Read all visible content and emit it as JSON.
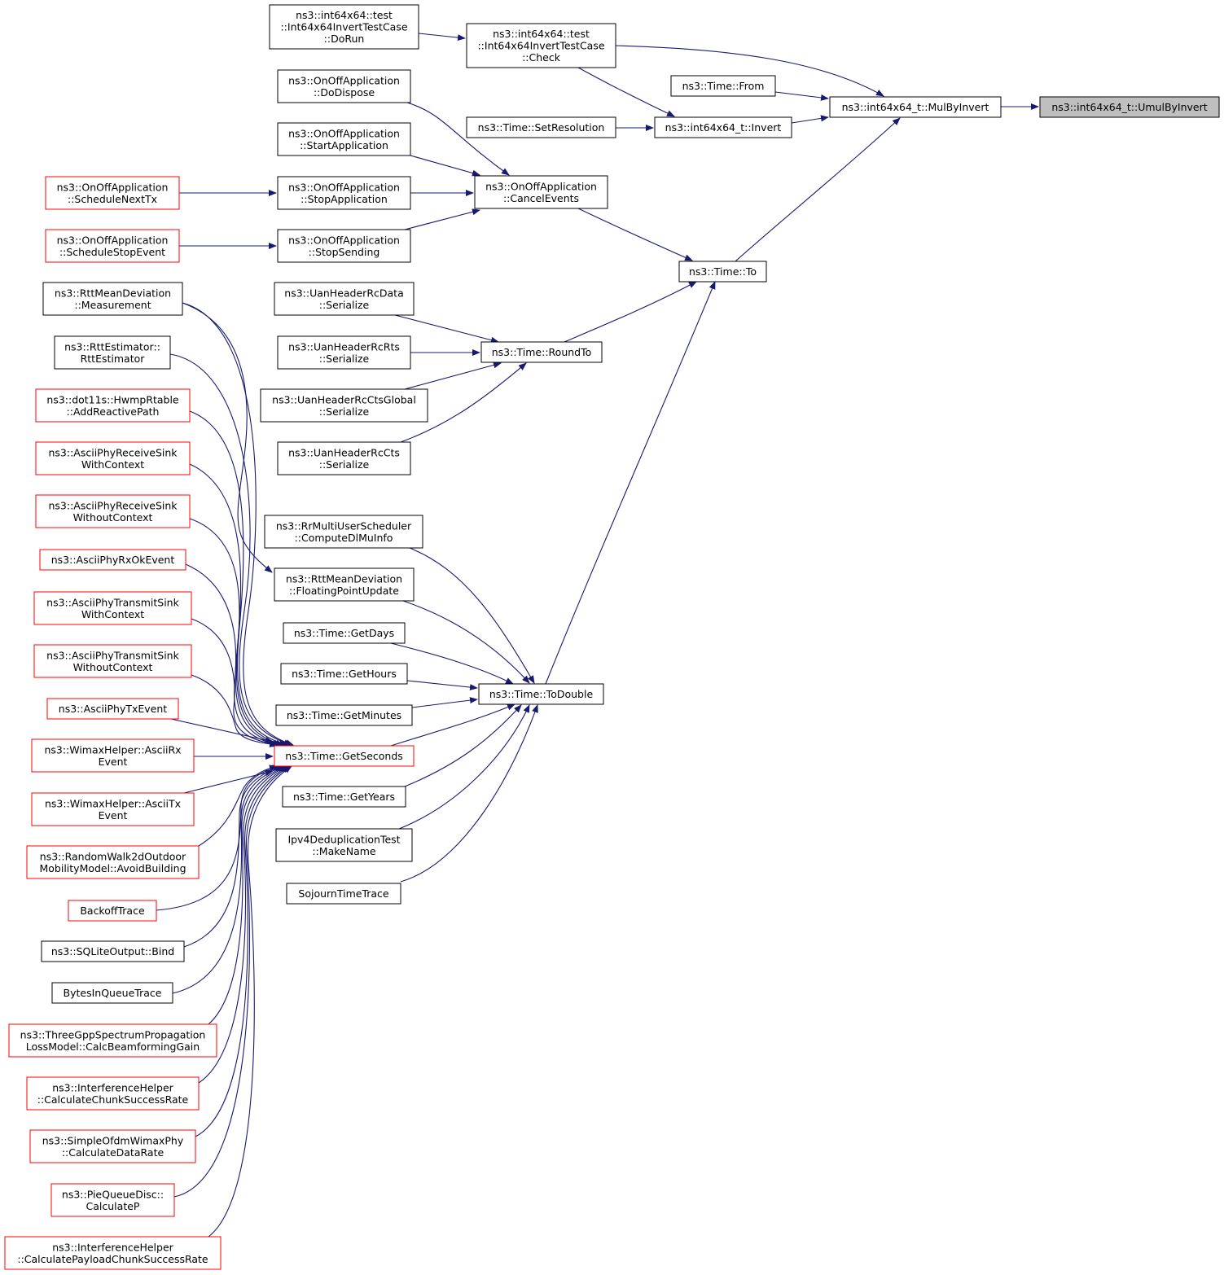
{
  "colors": {
    "edge": "#191970",
    "border_normal": "#000000",
    "border_truncated": "#ff0000",
    "fill_normal": "#ffffff",
    "fill_selected": "#bfbfbf"
  },
  "nodes": [
    {
      "id": "umul",
      "lines": [
        "ns3::int64x64_t::UmulByInvert"
      ],
      "style": "selected"
    },
    {
      "id": "mulby",
      "lines": [
        "ns3::int64x64_t::MulByInvert"
      ],
      "style": "normal"
    },
    {
      "id": "check",
      "lines": [
        "ns3::int64x64::test",
        "::Int64x64InvertTestCase",
        "::Check"
      ],
      "style": "normal"
    },
    {
      "id": "dorun",
      "lines": [
        "ns3::int64x64::test",
        "::Int64x64InvertTestCase",
        "::DoRun"
      ],
      "style": "normal"
    },
    {
      "id": "from",
      "lines": [
        "ns3::Time::From"
      ],
      "style": "normal"
    },
    {
      "id": "invert",
      "lines": [
        "ns3::int64x64_t::Invert"
      ],
      "style": "normal"
    },
    {
      "id": "setres",
      "lines": [
        "ns3::Time::SetResolution"
      ],
      "style": "normal"
    },
    {
      "id": "to",
      "lines": [
        "ns3::Time::To"
      ],
      "style": "normal"
    },
    {
      "id": "cancel",
      "lines": [
        "ns3::OnOffApplication",
        "::CancelEvents"
      ],
      "style": "normal"
    },
    {
      "id": "dodispose",
      "lines": [
        "ns3::OnOffApplication",
        "::DoDispose"
      ],
      "style": "normal"
    },
    {
      "id": "startapp",
      "lines": [
        "ns3::OnOffApplication",
        "::StartApplication"
      ],
      "style": "normal"
    },
    {
      "id": "stopapp",
      "lines": [
        "ns3::OnOffApplication",
        "::StopApplication"
      ],
      "style": "normal"
    },
    {
      "id": "stopsend",
      "lines": [
        "ns3::OnOffApplication",
        "::StopSending"
      ],
      "style": "normal"
    },
    {
      "id": "schednext",
      "lines": [
        "ns3::OnOffApplication",
        "::ScheduleNextTx"
      ],
      "style": "truncated"
    },
    {
      "id": "schedstop",
      "lines": [
        "ns3::OnOffApplication",
        "::ScheduleStopEvent"
      ],
      "style": "truncated"
    },
    {
      "id": "roundto",
      "lines": [
        "ns3::Time::RoundTo"
      ],
      "style": "normal"
    },
    {
      "id": "uanrcdata",
      "lines": [
        "ns3::UanHeaderRcData",
        "::Serialize"
      ],
      "style": "normal"
    },
    {
      "id": "uanrcrts",
      "lines": [
        "ns3::UanHeaderRcRts",
        "::Serialize"
      ],
      "style": "normal"
    },
    {
      "id": "uanctsglobal",
      "lines": [
        "ns3::UanHeaderRcCtsGlobal",
        "::Serialize"
      ],
      "style": "normal"
    },
    {
      "id": "uancts",
      "lines": [
        "ns3::UanHeaderRcCts",
        "::Serialize"
      ],
      "style": "normal"
    },
    {
      "id": "todouble",
      "lines": [
        "ns3::Time::ToDouble"
      ],
      "style": "normal"
    },
    {
      "id": "rrmulti",
      "lines": [
        "ns3::RrMultiUserScheduler",
        "::ComputeDlMuInfo"
      ],
      "style": "normal"
    },
    {
      "id": "rttfloat",
      "lines": [
        "ns3::RttMeanDeviation",
        "::FloatingPointUpdate"
      ],
      "style": "normal"
    },
    {
      "id": "getdays",
      "lines": [
        "ns3::Time::GetDays"
      ],
      "style": "normal"
    },
    {
      "id": "gethours",
      "lines": [
        "ns3::Time::GetHours"
      ],
      "style": "normal"
    },
    {
      "id": "getminutes",
      "lines": [
        "ns3::Time::GetMinutes"
      ],
      "style": "normal"
    },
    {
      "id": "getseconds",
      "lines": [
        "ns3::Time::GetSeconds"
      ],
      "style": "truncated"
    },
    {
      "id": "getyears",
      "lines": [
        "ns3::Time::GetYears"
      ],
      "style": "normal"
    },
    {
      "id": "ipv4dedup",
      "lines": [
        "Ipv4DeduplicationTest",
        "::MakeName"
      ],
      "style": "normal"
    },
    {
      "id": "sojourn",
      "lines": [
        "SojournTimeTrace"
      ],
      "style": "normal"
    },
    {
      "id": "rttmeas",
      "lines": [
        "ns3::RttMeanDeviation",
        "::Measurement"
      ],
      "style": "normal"
    },
    {
      "id": "rttest",
      "lines": [
        "ns3::RttEstimator::",
        "RttEstimator"
      ],
      "style": "normal"
    },
    {
      "id": "hwmp",
      "lines": [
        "ns3::dot11s::HwmpRtable",
        "::AddReactivePath"
      ],
      "style": "truncated"
    },
    {
      "id": "rxsinkwith",
      "lines": [
        "ns3::AsciiPhyReceiveSink",
        "WithContext"
      ],
      "style": "truncated"
    },
    {
      "id": "rxsinkwithout",
      "lines": [
        "ns3::AsciiPhyReceiveSink",
        "WithoutContext"
      ],
      "style": "truncated"
    },
    {
      "id": "rxok",
      "lines": [
        "ns3::AsciiPhyRxOkEvent"
      ],
      "style": "truncated"
    },
    {
      "id": "txsinkwith",
      "lines": [
        "ns3::AsciiPhyTransmitSink",
        "WithContext"
      ],
      "style": "truncated"
    },
    {
      "id": "txsinkwithout",
      "lines": [
        "ns3::AsciiPhyTransmitSink",
        "WithoutContext"
      ],
      "style": "truncated"
    },
    {
      "id": "txevent",
      "lines": [
        "ns3::AsciiPhyTxEvent"
      ],
      "style": "truncated"
    },
    {
      "id": "wimaxrx",
      "lines": [
        "ns3::WimaxHelper::AsciiRx",
        "Event"
      ],
      "style": "truncated"
    },
    {
      "id": "wimaxtx",
      "lines": [
        "ns3::WimaxHelper::AsciiTx",
        "Event"
      ],
      "style": "truncated"
    },
    {
      "id": "randomwalk",
      "lines": [
        "ns3::RandomWalk2dOutdoor",
        "MobilityModel::AvoidBuilding"
      ],
      "style": "truncated"
    },
    {
      "id": "backoff",
      "lines": [
        "BackoffTrace"
      ],
      "style": "truncated"
    },
    {
      "id": "sqlite",
      "lines": [
        "ns3::SQLiteOutput::Bind"
      ],
      "style": "normal"
    },
    {
      "id": "bytesinq",
      "lines": [
        "BytesInQueueTrace"
      ],
      "style": "normal"
    },
    {
      "id": "threegpp",
      "lines": [
        "ns3::ThreeGppSpectrumPropagation",
        "LossModel::CalcBeamformingGain"
      ],
      "style": "truncated"
    },
    {
      "id": "chunkrate",
      "lines": [
        "ns3::InterferenceHelper",
        "::CalculateChunkSuccessRate"
      ],
      "style": "truncated"
    },
    {
      "id": "ofdmrate",
      "lines": [
        "ns3::SimpleOfdmWimaxPhy",
        "::CalculateDataRate"
      ],
      "style": "truncated"
    },
    {
      "id": "piequeue",
      "lines": [
        "ns3::PieQueueDisc::",
        "CalculateP"
      ],
      "style": "truncated"
    },
    {
      "id": "payloadrate",
      "lines": [
        "ns3::InterferenceHelper",
        "::CalculatePayloadChunkSuccessRate"
      ],
      "style": "truncated"
    }
  ]
}
